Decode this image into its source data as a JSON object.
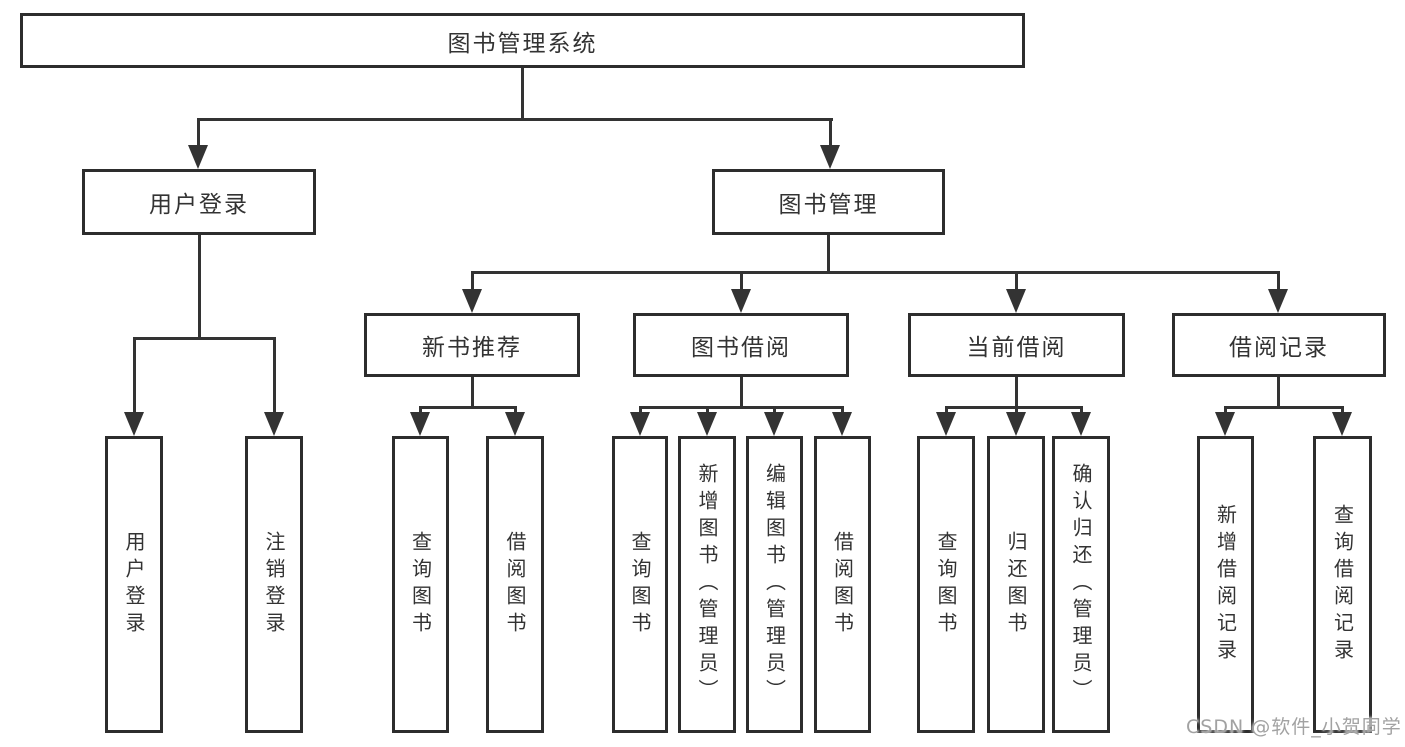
{
  "diagram_type": "hierarchy-tree",
  "hierarchy": {
    "label": "图书管理系统",
    "children": [
      {
        "label": "用户登录",
        "children": [
          {
            "label": "用户登录"
          },
          {
            "label": "注销登录"
          }
        ]
      },
      {
        "label": "图书管理",
        "children": [
          {
            "label": "新书推荐",
            "children": [
              {
                "label": "查询图书"
              },
              {
                "label": "借阅图书"
              }
            ]
          },
          {
            "label": "图书借阅",
            "children": [
              {
                "label": "查询图书"
              },
              {
                "label": "新增图书（管理员）"
              },
              {
                "label": "编辑图书（管理员）"
              },
              {
                "label": "借阅图书"
              }
            ]
          },
          {
            "label": "当前借阅",
            "children": [
              {
                "label": "查询图书"
              },
              {
                "label": "归还图书"
              },
              {
                "label": "确认归还（管理员）"
              }
            ]
          },
          {
            "label": "借阅记录",
            "children": [
              {
                "label": "新增借阅记录"
              },
              {
                "label": "查询借阅记录"
              }
            ]
          }
        ]
      }
    ]
  },
  "watermark": {
    "text": "CSDN @软件_小贺同学"
  },
  "colors": {
    "box_border": "#2d2d2d",
    "connector_line": "#333333",
    "text": "#333333",
    "watermark_text": "#a2a2a2",
    "background": "#ffffff"
  }
}
